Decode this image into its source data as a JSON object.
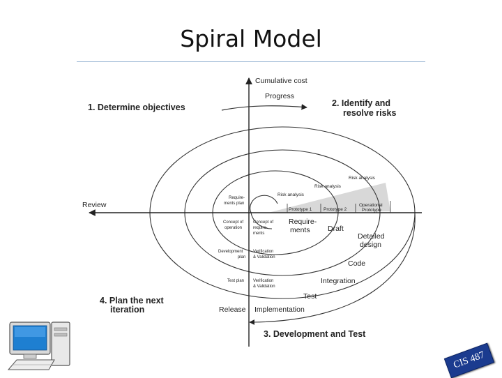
{
  "slide": {
    "title": "Spiral Model",
    "course_badge": "CIS 487"
  },
  "diagram": {
    "axis_labels": {
      "vertical": "Cumulative cost",
      "horizontal": "Review",
      "progress": "Progress"
    },
    "quadrants": {
      "q1": "1. Determine objectives",
      "q2_line1": "2. Identify and",
      "q2_line2": "resolve risks",
      "q3": "3. Development and Test",
      "q4_line1": "4. Plan the next",
      "q4_line2": "iteration"
    },
    "risk_analysis": [
      "Risk analysis",
      "Risk analysis",
      "Risk analysis"
    ],
    "prototypes": [
      "Prototype 1",
      "Prototype 2"
    ],
    "operational_prototype": [
      "Operational",
      "Prototype"
    ],
    "planning": {
      "requirements_plan": [
        "Require-",
        "ments plan"
      ],
      "concept_of_operation": [
        "Concept of",
        "operation"
      ],
      "development_plan": [
        "Development",
        "plan"
      ],
      "test_plan": "Test plan"
    },
    "center": {
      "concept_of_requirements": [
        "Concept of",
        "require-",
        "ments"
      ],
      "requirements": [
        "Require-",
        "ments"
      ],
      "verification_1": [
        "Verification",
        "& Validation"
      ],
      "verification_2": [
        "Verification",
        "& Validation"
      ]
    },
    "development": {
      "draft": "Draft",
      "detailed_design": [
        "Detailed",
        "design"
      ],
      "code": "Code",
      "integration": "Integration",
      "test": "Test",
      "implementation": "Implementation",
      "release": "Release"
    }
  },
  "icons": [
    "computer-icon"
  ]
}
